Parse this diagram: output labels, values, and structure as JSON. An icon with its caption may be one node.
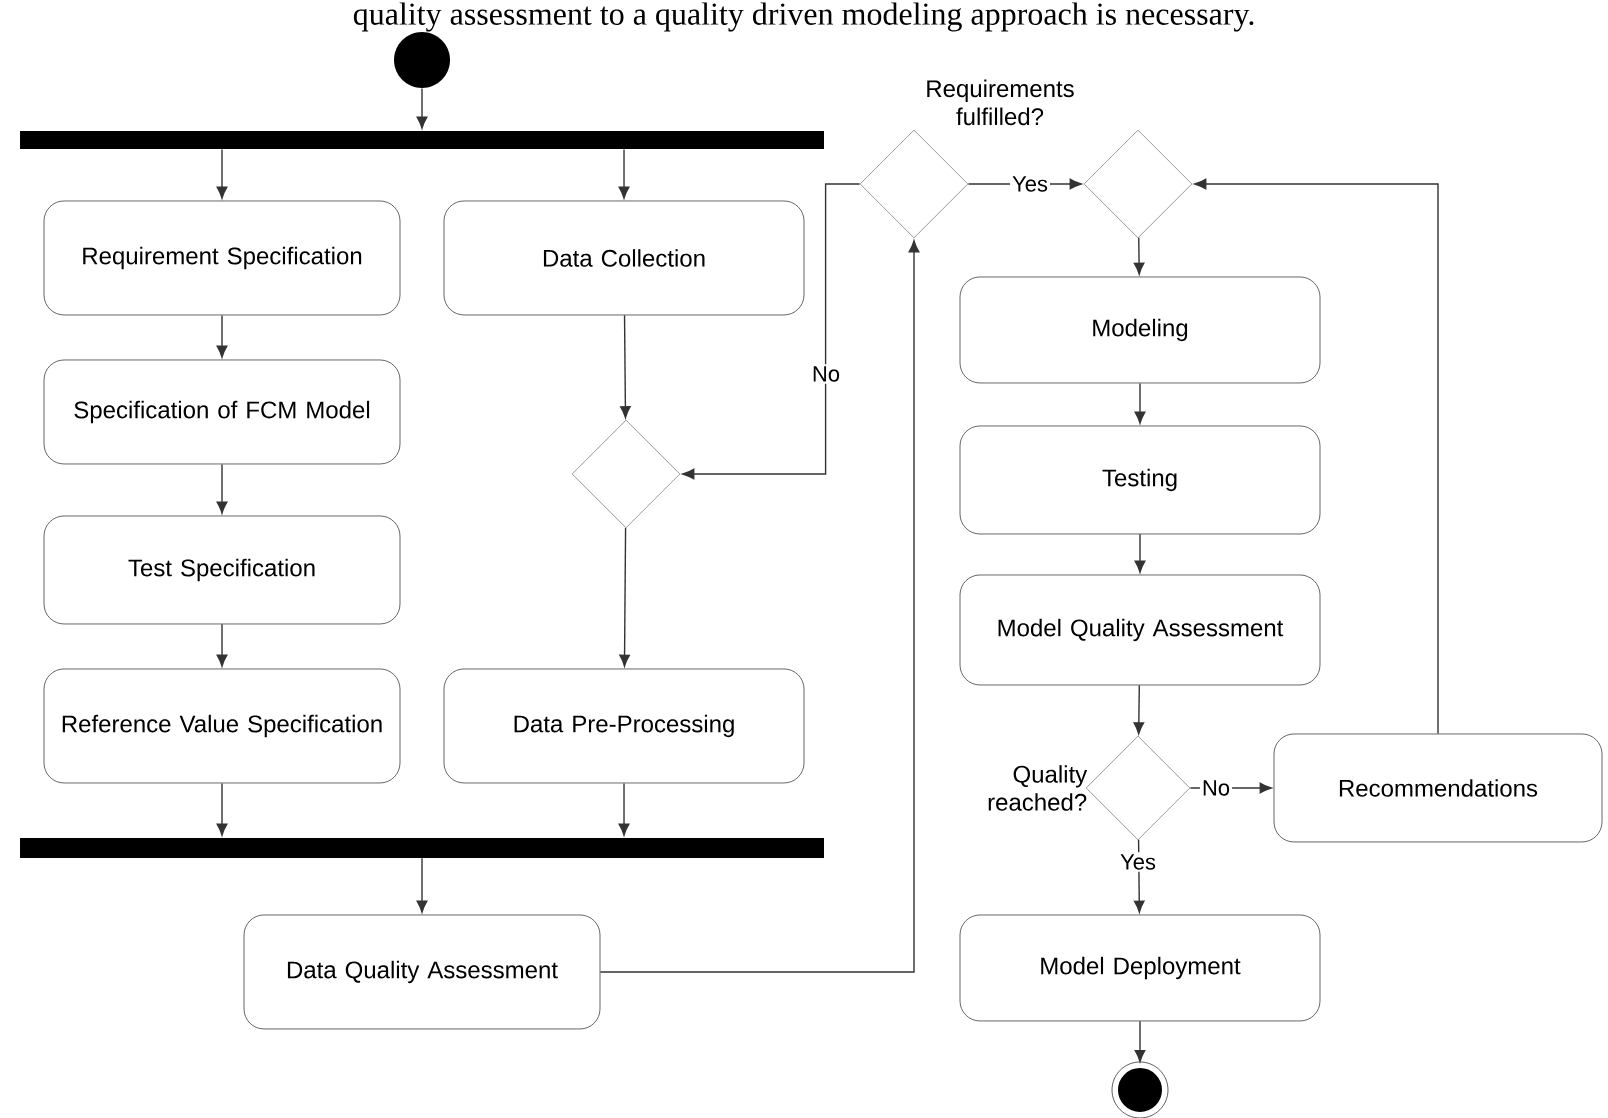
{
  "diagram": {
    "nodes": [
      {
        "text": [],
        "shape": "circle"
      },
      {
        "text": [],
        "shape": "bar"
      },
      {
        "text": [
          "Requirement Specification"
        ]
      },
      {
        "text": [
          "Specification of FCM Model"
        ]
      },
      {
        "text": [
          "Test Specification"
        ]
      },
      {
        "text": [
          "Reference Value Specification"
        ]
      },
      {
        "text": [
          "Data Collection"
        ]
      },
      {
        "text": [],
        "shape": "diamond"
      },
      {
        "text": [
          "Data Pre-Processing"
        ]
      },
      {
        "text": [],
        "shape": "bar"
      },
      {
        "text": [
          "Data Quality Assessment"
        ]
      },
      {
        "text": [
          "Requirements fulfilled?"
        ]
      },
      {
        "text": [],
        "shape": "diamond"
      },
      {
        "text": [
          "Modeling"
        ]
      },
      {
        "text": [
          "Testing"
        ]
      },
      {
        "text": [
          "Model Quality Assessment"
        ]
      },
      {
        "text": [
          "Quality reached?"
        ]
      },
      {
        "text": [
          "Recommendations"
        ]
      },
      {
        "text": [
          "Model Deployment"
        ]
      },
      {
        "text": [],
        "shape": "circle"
      }
    ],
    "edges": [
      {
        "from": 0,
        "to": 1,
        "arrow": "to"
      },
      {
        "from": 1,
        "to": 2,
        "arrow": "to"
      },
      {
        "from": 1,
        "to": 6,
        "arrow": "to"
      },
      {
        "from": 2,
        "to": 3,
        "arrow": "to"
      },
      {
        "from": 3,
        "to": 4,
        "arrow": "to"
      },
      {
        "from": 4,
        "to": 5,
        "arrow": "to"
      },
      {
        "from": 6,
        "to": 7,
        "arrow": "to"
      },
      {
        "from": 7,
        "to": 8,
        "arrow": "to"
      },
      {
        "from": 5,
        "to": 9,
        "arrow": "to"
      },
      {
        "from": 8,
        "to": 9,
        "arrow": "to"
      },
      {
        "from": 9,
        "to": 10,
        "arrow": "to"
      },
      {
        "from": 10,
        "to": 11,
        "arrow": "to"
      },
      {
        "from": 11,
        "to": 12,
        "arrow": "to",
        "label": "Yes"
      },
      {
        "from": 11,
        "to": 7,
        "arrow": "to",
        "label": "No"
      },
      {
        "from": 12,
        "to": 13,
        "arrow": "to"
      },
      {
        "from": 13,
        "to": 14,
        "arrow": "to"
      },
      {
        "from": 14,
        "to": 15,
        "arrow": "to"
      },
      {
        "from": 15,
        "to": 16,
        "arrow": "to"
      },
      {
        "from": 16,
        "to": 17,
        "arrow": "to",
        "label": "No"
      },
      {
        "from": 16,
        "to": 18,
        "arrow": "to",
        "label": "Yes"
      },
      {
        "from": 18,
        "to": 19,
        "arrow": "to"
      },
      {
        "from": 17,
        "to": 12,
        "arrow": "to"
      }
    ],
    "labels": [
      "quality assessment to a quality driven modeling approach is necessary."
    ]
  }
}
